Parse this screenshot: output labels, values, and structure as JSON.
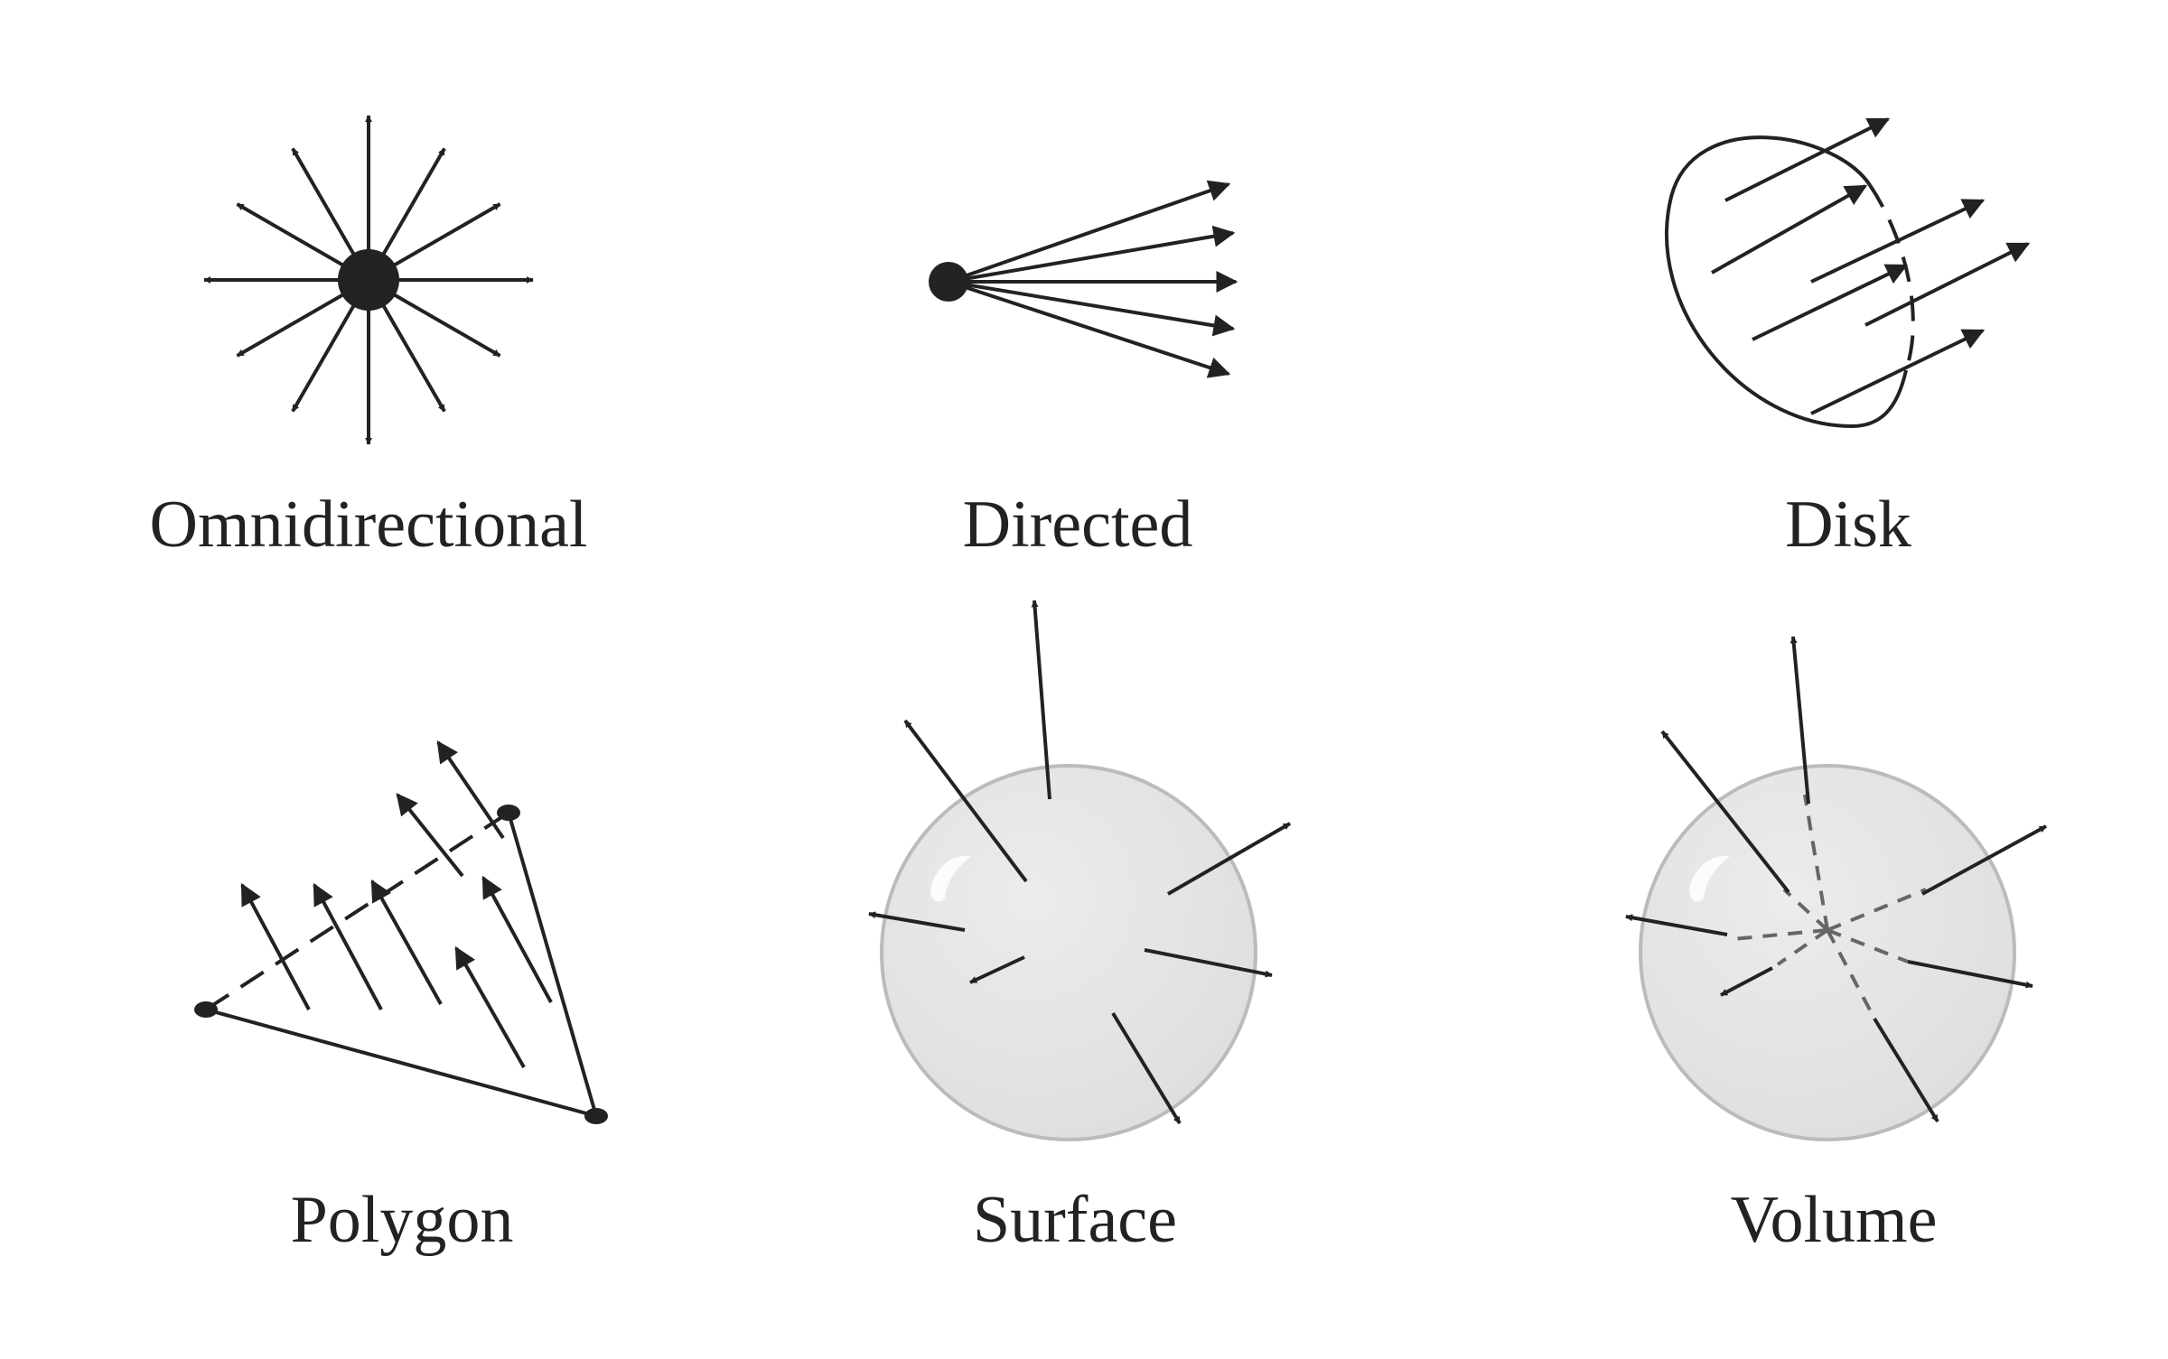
{
  "panels": [
    {
      "id": "omnidirectional",
      "label": "Omnidirectional"
    },
    {
      "id": "directed",
      "label": "Directed"
    },
    {
      "id": "disk",
      "label": "Disk"
    },
    {
      "id": "polygon",
      "label": "Polygon"
    },
    {
      "id": "surface",
      "label": "Surface"
    },
    {
      "id": "volume",
      "label": "Volume"
    }
  ],
  "colors": {
    "ink": "#222222",
    "sphere_fill": "#e3e3e3",
    "sphere_stroke": "#bdbdbd"
  }
}
